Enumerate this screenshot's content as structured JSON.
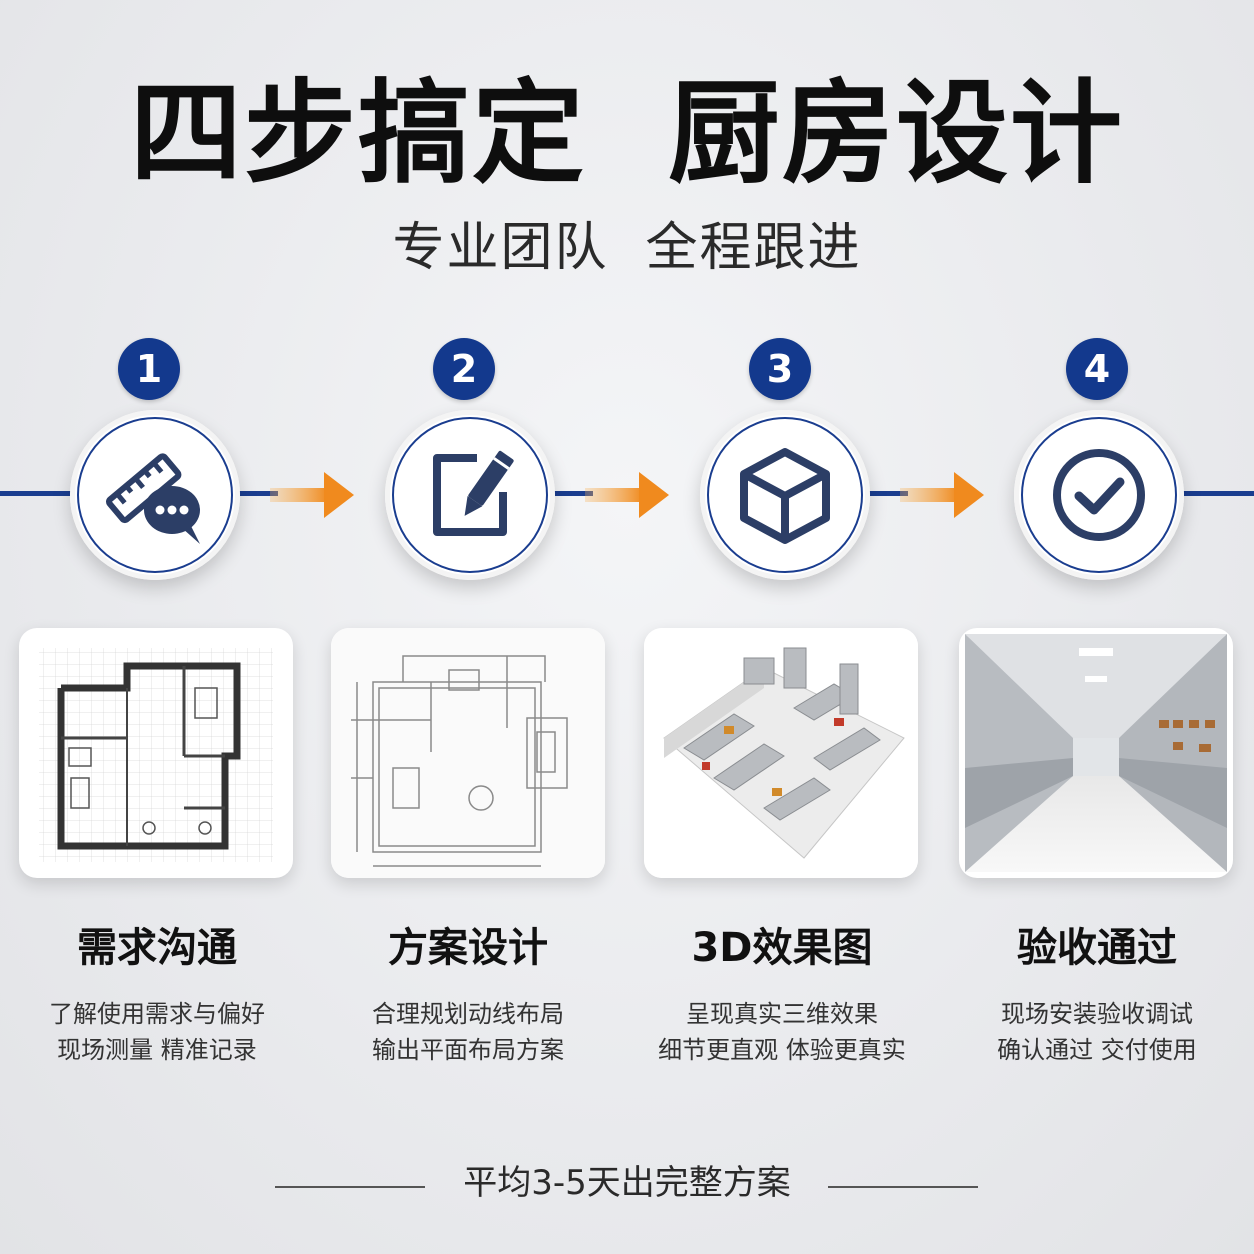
{
  "header": {
    "title": "四步搞定  厨房设计",
    "subtitle": "专业团队  全程跟进"
  },
  "colors": {
    "accent_blue": "#13398d",
    "arrow_orange": "#f08a1e",
    "text_dark": "#111111"
  },
  "steps": [
    {
      "number": "1",
      "icon": "ruler-chat-icon",
      "image": "floor-plan-sketch",
      "title": "需求沟通",
      "desc_line1": "了解使用需求与偏好",
      "desc_line2": "现场测量 精准记录"
    },
    {
      "number": "2",
      "icon": "edit-pen-icon",
      "image": "floor-plan-blueprint",
      "title": "方案设计",
      "desc_line1": "合理规划动线布局",
      "desc_line2": "输出平面布局方案"
    },
    {
      "number": "3",
      "icon": "cube-3d-icon",
      "image": "3d-kitchen-render",
      "title": "3D效果图",
      "desc_line1": "呈现真实三维效果",
      "desc_line2": "细节更直观 体验更真实"
    },
    {
      "number": "4",
      "icon": "check-circle-icon",
      "image": "finished-kitchen-photo",
      "title": "验收通过",
      "desc_line1": "现场安装验收调试",
      "desc_line2": "确认通过 交付使用"
    }
  ],
  "footer": {
    "text": "平均3-5天出完整方案"
  }
}
